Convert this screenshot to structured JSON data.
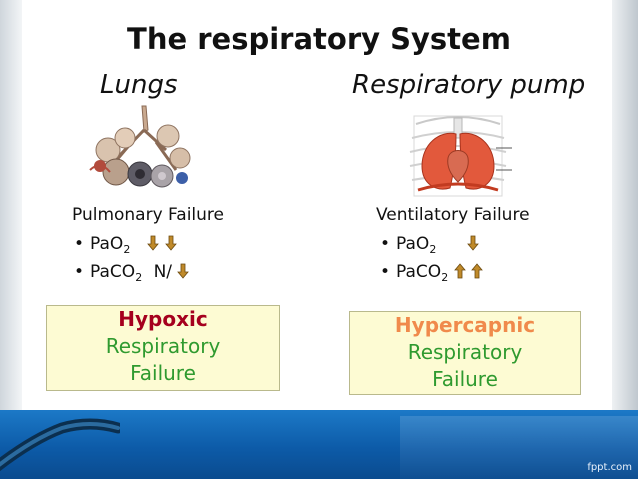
{
  "slide": {
    "title": "The respiratory System",
    "left": {
      "heading": "Lungs",
      "image_icon": "lungs-illustration",
      "failure_label": "Pulmonary Failure",
      "bullets": [
        {
          "bullet": "•",
          "name": "PaO",
          "subscript": "2",
          "suffix": "",
          "arrows": [
            "down",
            "down"
          ]
        },
        {
          "bullet": "•",
          "name": "PaCO",
          "subscript": "2",
          "suffix": "N/",
          "arrows": [
            "down"
          ]
        }
      ],
      "box": {
        "line1": "Hypoxic",
        "line2": "Respiratory",
        "line3": "Failure"
      }
    },
    "right": {
      "heading": "Respiratory pump",
      "image_icon": "thorax-illustration",
      "failure_label": "Ventilatory Failure",
      "bullets": [
        {
          "bullet": "•",
          "name": "PaO",
          "subscript": "2",
          "suffix": "",
          "arrows": [
            "down"
          ]
        },
        {
          "bullet": "•",
          "name": "PaCO",
          "subscript": "2",
          "suffix": "",
          "arrows": [
            "up",
            "up"
          ]
        }
      ],
      "box": {
        "line1": "Hypercapnic",
        "line2": "Respiratory",
        "line3": "Failure"
      }
    }
  },
  "footer": {
    "brand": "fppt.com"
  },
  "colors": {
    "hypoxic_red": "#a5001e",
    "hypercapnic_orange": "#f08a4b",
    "box_green": "#2f9a2f",
    "box_fill": "#fdfbd3",
    "arrow_gold": "#c08a2a",
    "footer_blue": "#1c79c7"
  }
}
